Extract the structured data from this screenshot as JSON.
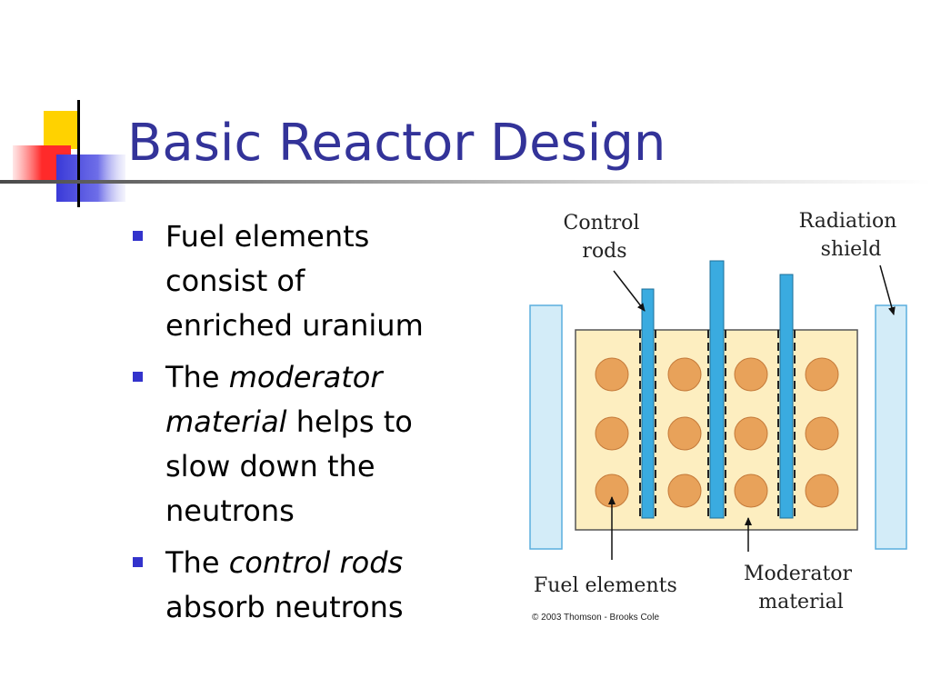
{
  "slide": {
    "title": "Basic Reactor Design",
    "bullets": [
      {
        "lines": [
          [
            {
              "text": "Fuel elements",
              "italic": false
            }
          ],
          [
            {
              "text": "consist of",
              "italic": false
            }
          ],
          [
            {
              "text": "enriched uranium",
              "italic": false
            }
          ]
        ]
      },
      {
        "lines": [
          [
            {
              "text": "The ",
              "italic": false
            },
            {
              "text": "moderator",
              "italic": true
            }
          ],
          [
            {
              "text": "material",
              "italic": true
            },
            {
              "text": " helps to",
              "italic": false
            }
          ],
          [
            {
              "text": "slow down the",
              "italic": false
            }
          ],
          [
            {
              "text": "neutrons",
              "italic": false
            }
          ]
        ]
      },
      {
        "lines": [
          [
            {
              "text": "The ",
              "italic": false
            },
            {
              "text": "control rods",
              "italic": true
            }
          ],
          [
            {
              "text": "absorb neutrons",
              "italic": false
            }
          ]
        ]
      }
    ]
  },
  "diagram": {
    "labels": {
      "control_rods": [
        "Control",
        "rods"
      ],
      "radiation_shield": [
        "Radiation",
        "shield"
      ],
      "fuel_elements": "Fuel elements",
      "moderator_material": [
        "Moderator",
        "material"
      ]
    },
    "copyright": "© 2003 Thomson - Brooks Cole",
    "colors": {
      "moderator": "#fdeec0",
      "fuel": "#e8a25a",
      "rod": "#3aabe0",
      "shield": "#d3ecf8",
      "title": "#333399",
      "bullet": "#3333cc"
    },
    "fuel_grid": {
      "rows": 3,
      "columns": 4
    },
    "control_rod_count": 3
  }
}
